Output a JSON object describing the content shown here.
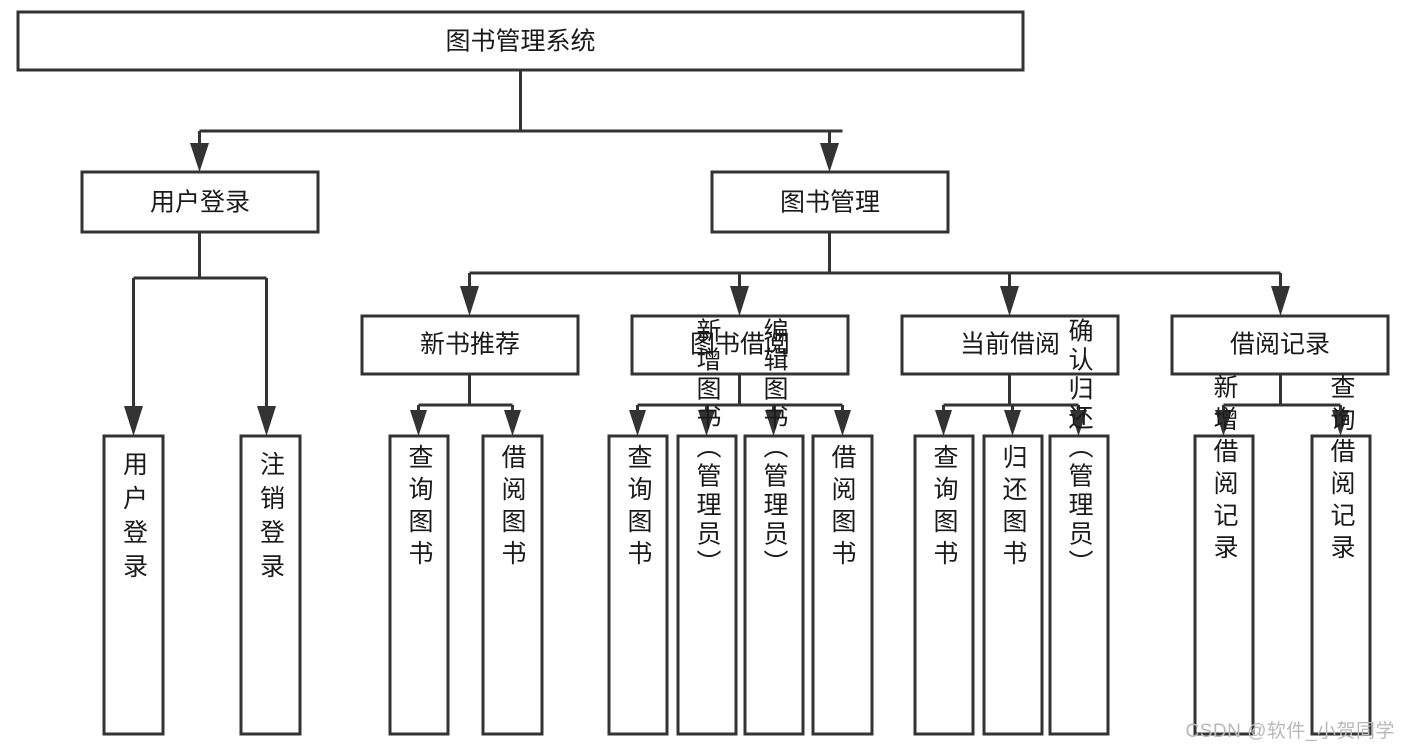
{
  "diagram": {
    "title": "图书管理系统",
    "type": "tree-hierarchy-chart",
    "root": {
      "id": "root",
      "label": "图书管理系统"
    },
    "level1": [
      {
        "id": "user-login",
        "label": "用户登录"
      },
      {
        "id": "book-manage",
        "label": "图书管理"
      }
    ],
    "level2": [
      {
        "id": "new-book-recommend",
        "label": "新书推荐",
        "parent": "book-manage"
      },
      {
        "id": "book-borrow",
        "label": "图书借阅",
        "parent": "book-manage"
      },
      {
        "id": "current-borrow",
        "label": "当前借阅",
        "parent": "book-manage"
      },
      {
        "id": "borrow-record",
        "label": "借阅记录",
        "parent": "book-manage"
      }
    ],
    "leaves": {
      "user-login": [
        {
          "id": "leaf-user-login",
          "label": "用户登录"
        },
        {
          "id": "leaf-logout-login",
          "label": "注销登录"
        }
      ],
      "new-book-recommend": [
        {
          "id": "leaf-query-book-1",
          "label": "查询图书"
        },
        {
          "id": "leaf-borrow-book-1",
          "label": "借阅图书"
        }
      ],
      "book-borrow": [
        {
          "id": "leaf-query-book-2",
          "label": "查询图书"
        },
        {
          "id": "leaf-add-book",
          "label": "新增图书（管理员）"
        },
        {
          "id": "leaf-edit-book",
          "label": "编辑图书（管理员）"
        },
        {
          "id": "leaf-borrow-book-2",
          "label": "借阅图书"
        }
      ],
      "current-borrow": [
        {
          "id": "leaf-query-book-3",
          "label": "查询图书"
        },
        {
          "id": "leaf-return-book",
          "label": "归还图书"
        },
        {
          "id": "leaf-confirm-return",
          "label": "确认归还（管理员）"
        }
      ],
      "borrow-record": [
        {
          "id": "leaf-add-record",
          "label": "新增借阅记录"
        },
        {
          "id": "leaf-query-record",
          "label": "查询借阅记录"
        }
      ]
    }
  },
  "watermark": {
    "text": "CSDN @软件_小贺同学"
  },
  "colors": {
    "box_stroke": "#333333",
    "box_fill": "#ffffff",
    "text": "#1a1a1a",
    "background": "#ffffff",
    "watermark": "#b9b9b9"
  }
}
